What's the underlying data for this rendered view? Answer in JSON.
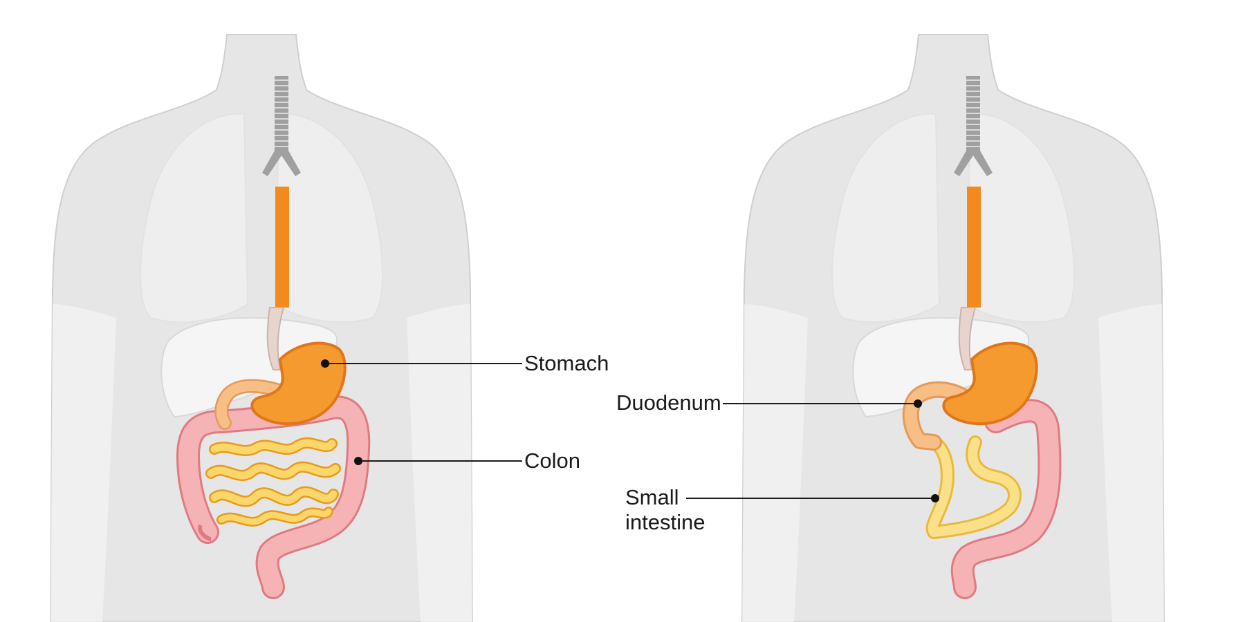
{
  "labels": {
    "stomach": "Stomach",
    "colon": "Colon",
    "duodenum": "Duodenum",
    "small_intestine_line1": "Small",
    "small_intestine_line2": "intestine"
  },
  "colors": {
    "body_silhouette": "#e6e6e6",
    "body_outline": "#cfcfcf",
    "lungs": "#ececec",
    "liver": "#f4f4f4",
    "trachea": "#9a9a9a",
    "esophagus": "#f28a1e",
    "stomach": "#f59a2e",
    "colon": "#f5b3b6",
    "colon_outline": "#e07a80",
    "small_intestine": "#fbd66a",
    "duodenum": "#f7be86",
    "leader_line": "#1a1a1a"
  },
  "icons": {
    "left_figure": "anatomy-before-surgery",
    "right_figure": "anatomy-after-bypass"
  }
}
